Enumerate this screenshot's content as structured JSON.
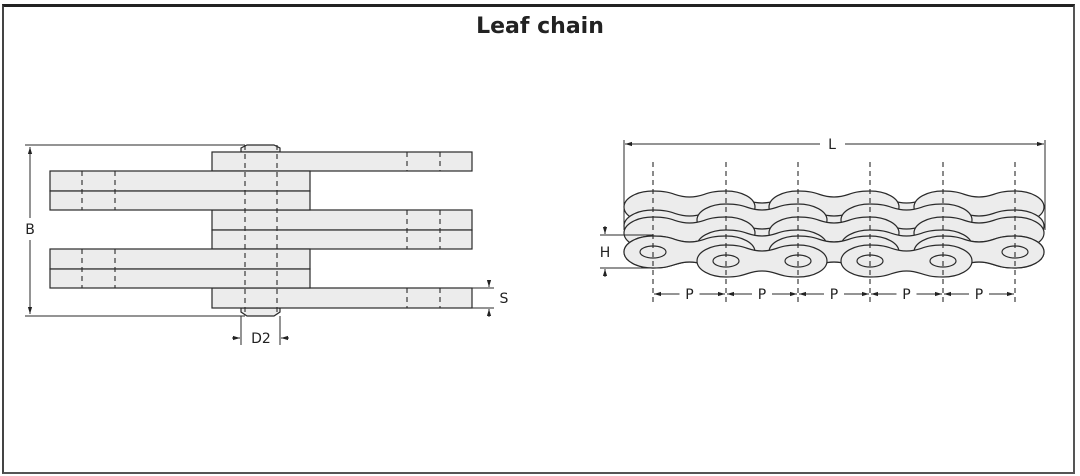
{
  "title": "Leaf chain",
  "side_view": {
    "labels": {
      "B": "B",
      "D2": "D2",
      "S": "S"
    }
  },
  "front_view": {
    "labels": {
      "L": "L",
      "H": "H",
      "P": [
        "P",
        "P",
        "P",
        "P",
        "P"
      ]
    }
  },
  "colors": {
    "plate_fill": "#ececec",
    "stroke": "#2a2a2a"
  }
}
